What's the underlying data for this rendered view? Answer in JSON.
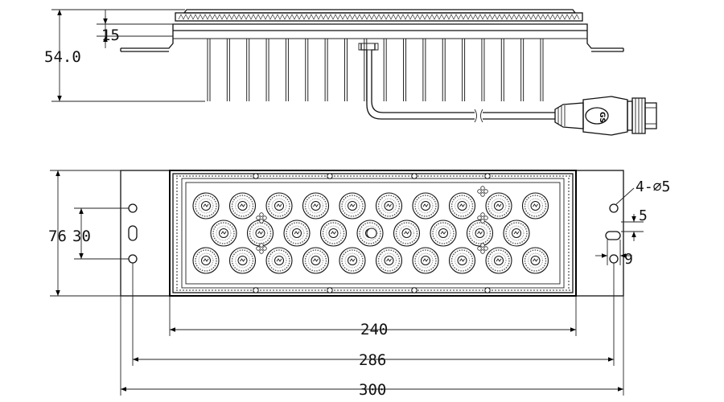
{
  "dimensions": {
    "height": "54.0",
    "plate_thickness": "15",
    "width": "76",
    "hole_spacing": "30",
    "holes": "4-⌀5",
    "slot_width": "5",
    "slot_length": "9",
    "lens_array_length": "240",
    "hole_pitch": "286",
    "total_length": "300"
  },
  "connector_text": "GS",
  "lens_layout": {
    "rows": [
      10,
      9,
      10
    ]
  },
  "fin_count": 18
}
